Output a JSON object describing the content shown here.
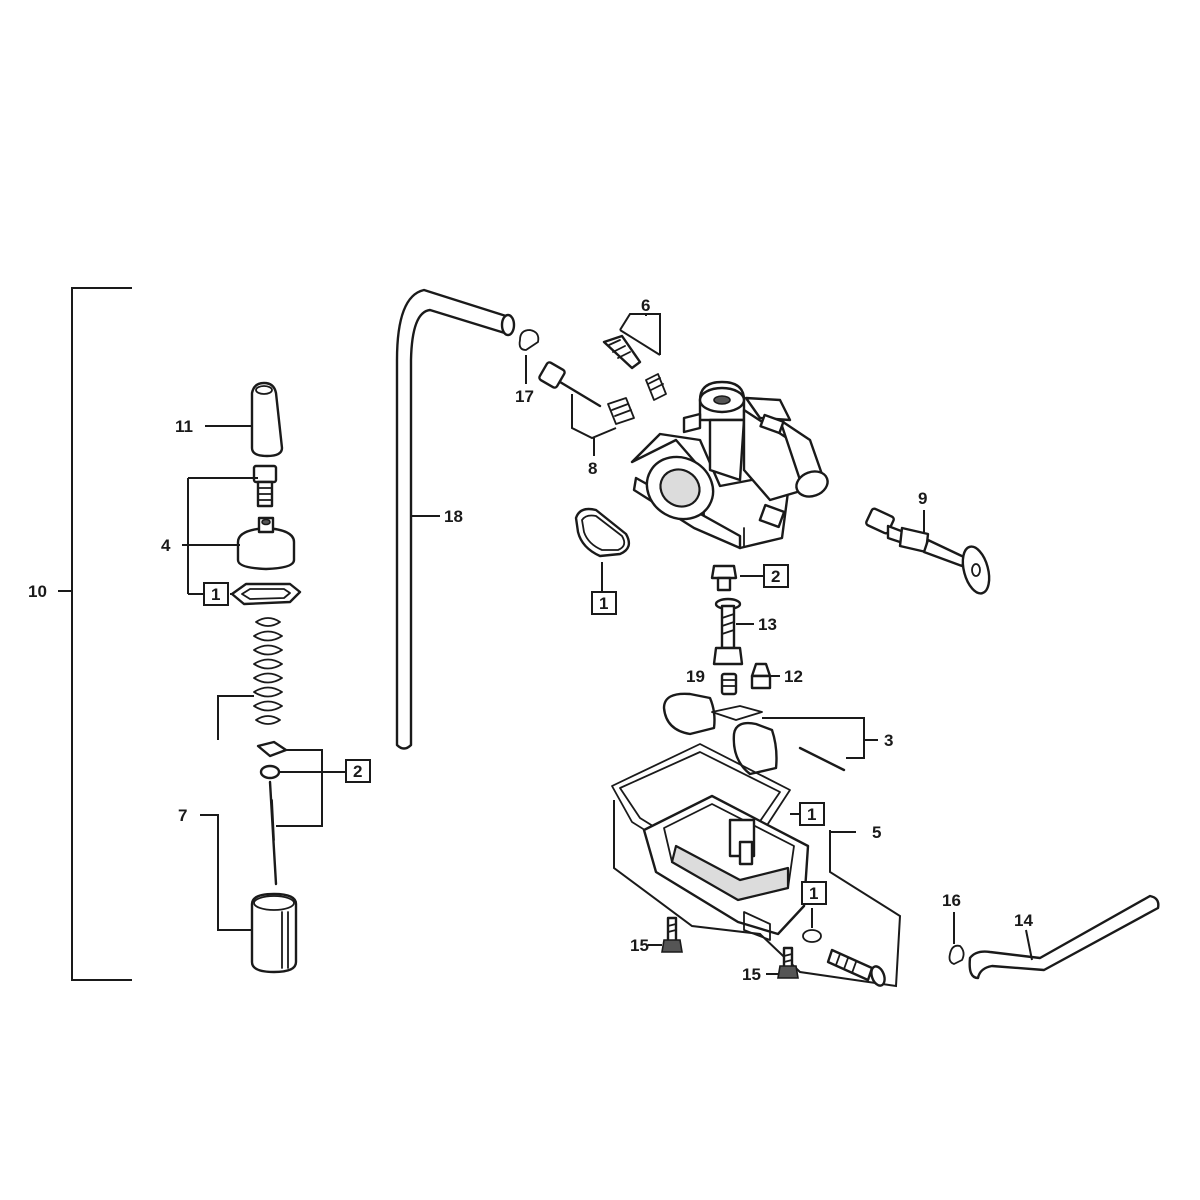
{
  "callouts": {
    "c1_a": "1",
    "c1_b": "1",
    "c1_c": "1",
    "c1_d": "1",
    "c2_a": "2",
    "c2_b": "2",
    "c3": "3",
    "c4": "4",
    "c5": "5",
    "c6": "6",
    "c7": "7",
    "c8": "8",
    "c9": "9",
    "c10": "10",
    "c11": "11",
    "c12": "12",
    "c13": "13",
    "c14": "14",
    "c15_a": "15",
    "c15_b": "15",
    "c16": "16",
    "c17": "17",
    "c18": "18",
    "c19": "19"
  },
  "colors": {
    "ink": "#1a1a1a",
    "background": "#ffffff"
  }
}
